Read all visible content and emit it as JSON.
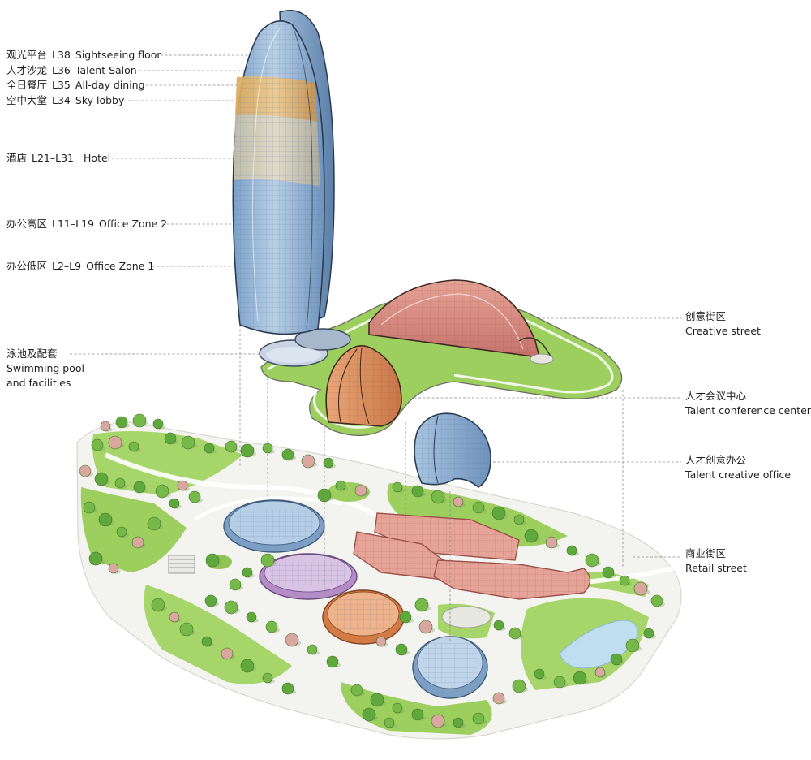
{
  "left_labels": [
    {
      "cn": "观光平台",
      "code": "L38",
      "en": "Sightseeing floor"
    },
    {
      "cn": "人才沙龙",
      "code": "L36",
      "en": "Talent Salon"
    },
    {
      "cn": "全日餐厅",
      "code": "L35",
      "en": "All-day dining"
    },
    {
      "cn": "空中大堂",
      "code": "L34",
      "en": "Sky lobby"
    },
    {
      "cn": "酒店",
      "code": "L21–L31",
      "en": "Hotel"
    },
    {
      "cn": "办公高区",
      "code": "L11–L19",
      "en": "Office Zone 2"
    },
    {
      "cn": "办公低区",
      "code": "L2–L9",
      "en": "Office Zone 1"
    }
  ],
  "pool_label": {
    "cn": "泳池及配套",
    "en_line1": "Swimming pool",
    "en_line2": "and facilities"
  },
  "right_labels": [
    {
      "cn": "创意街区",
      "en": "Creative street"
    },
    {
      "cn": "人才会议中心",
      "en": "Talent conference center"
    },
    {
      "cn": "人才创意办公",
      "en": "Talent creative office"
    },
    {
      "cn": "商业街区",
      "en": "Retail street"
    }
  ],
  "colors": {
    "tower_blue": "#8fb3d6",
    "tower_gold": "#e2b56a",
    "creative_red": "#d98878",
    "conference_orange": "#de9360",
    "office_blue": "#9dbde0",
    "purple": "#c6a8d8",
    "lawn_green": "#8ccf4e",
    "tree_green": "#5fa83c"
  }
}
